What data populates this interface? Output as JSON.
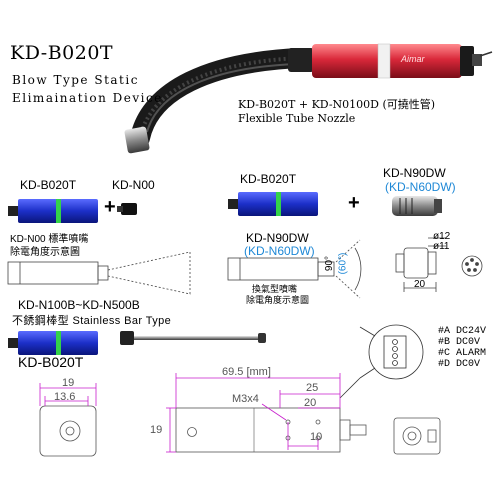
{
  "header": {
    "title": "KD-B020T",
    "subtitle_line1": "Blow Type Static",
    "subtitle_line2": "Elimaination Device"
  },
  "nozzle_combo": {
    "line1": "KD-B020T + KD-N0100D  (可撓性管)",
    "line2": "Flexible Tube Nozzle"
  },
  "device_label_text": "Aimar",
  "row1": {
    "left_device": "KD-B020T",
    "left_nozzle": "KD-N00",
    "right_device": "KD-B020T",
    "right_nozzle": "KD-N90DW",
    "right_nozzle_alt": "(KD-N60DW)",
    "plus": "+"
  },
  "n00_note": {
    "line1": "KD-N00 標準噴嘴",
    "line2": "除電角度示意圖"
  },
  "n90_diagram": {
    "title": "KD-N90DW",
    "title_alt": "(KD-N60DW)",
    "angle": "90°",
    "angle_alt": "(60°)",
    "note_line1": "換氣型噴嘴",
    "note_line2": "除電角度示意圖",
    "dim_outer": "ø12",
    "dim_inner": "ø11",
    "dim_len": "20"
  },
  "bar_row": {
    "title": "KD-N100B~KD-N500B",
    "subtitle": "不銹鋼棒型 Stainless Bar Type"
  },
  "connector": {
    "pins": [
      {
        "id": "#A",
        "signal": "DC24V"
      },
      {
        "id": "#B",
        "signal": "DC0V"
      },
      {
        "id": "#C",
        "signal": "ALARM"
      },
      {
        "id": "#D",
        "signal": "DC0V"
      }
    ]
  },
  "dimensions": {
    "title": "KD-B020T",
    "front_width": "19",
    "front_inner": "13.6",
    "length": "69.5 [mm]",
    "thread": "M3x4",
    "hole_span": "25",
    "hole_span2": "20",
    "height": "19",
    "hole_pitch": "10"
  },
  "colors": {
    "body_red": "#c8283a",
    "body_blue": "#1c2fc8",
    "led_green": "#34d24a",
    "dim_magenta": "#c81ecd",
    "accent_blue": "#1e88d6"
  }
}
